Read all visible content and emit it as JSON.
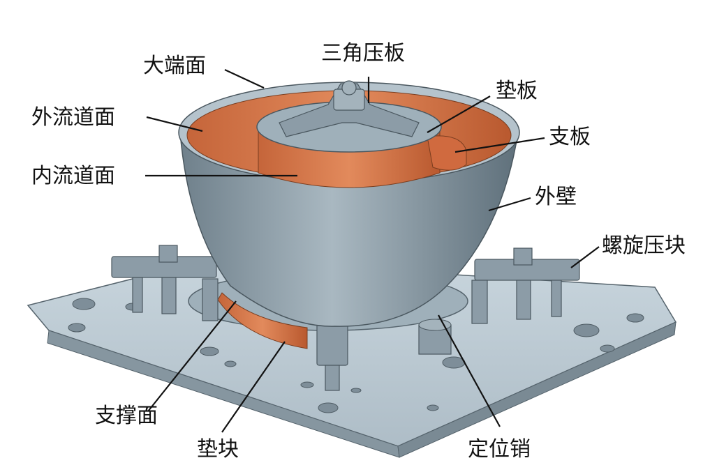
{
  "labels": {
    "big_end_face": "大端面",
    "triangle_clamp": "三角压板",
    "backing_plate": "垫板",
    "outer_flow_surface": "外流道面",
    "strut": "支板",
    "inner_flow_surface": "内流道面",
    "outer_wall": "外壁",
    "spiral_clamp": "螺旋压块",
    "support_surface": "支撑面",
    "pad_block": "垫块",
    "locating_pin": "定位销"
  },
  "colors": {
    "base_plate": "#b9c8d2",
    "steel": "#8fa0ab",
    "shell": "#7d8e99",
    "copper": "#d9774a",
    "label_text": "#111111"
  }
}
